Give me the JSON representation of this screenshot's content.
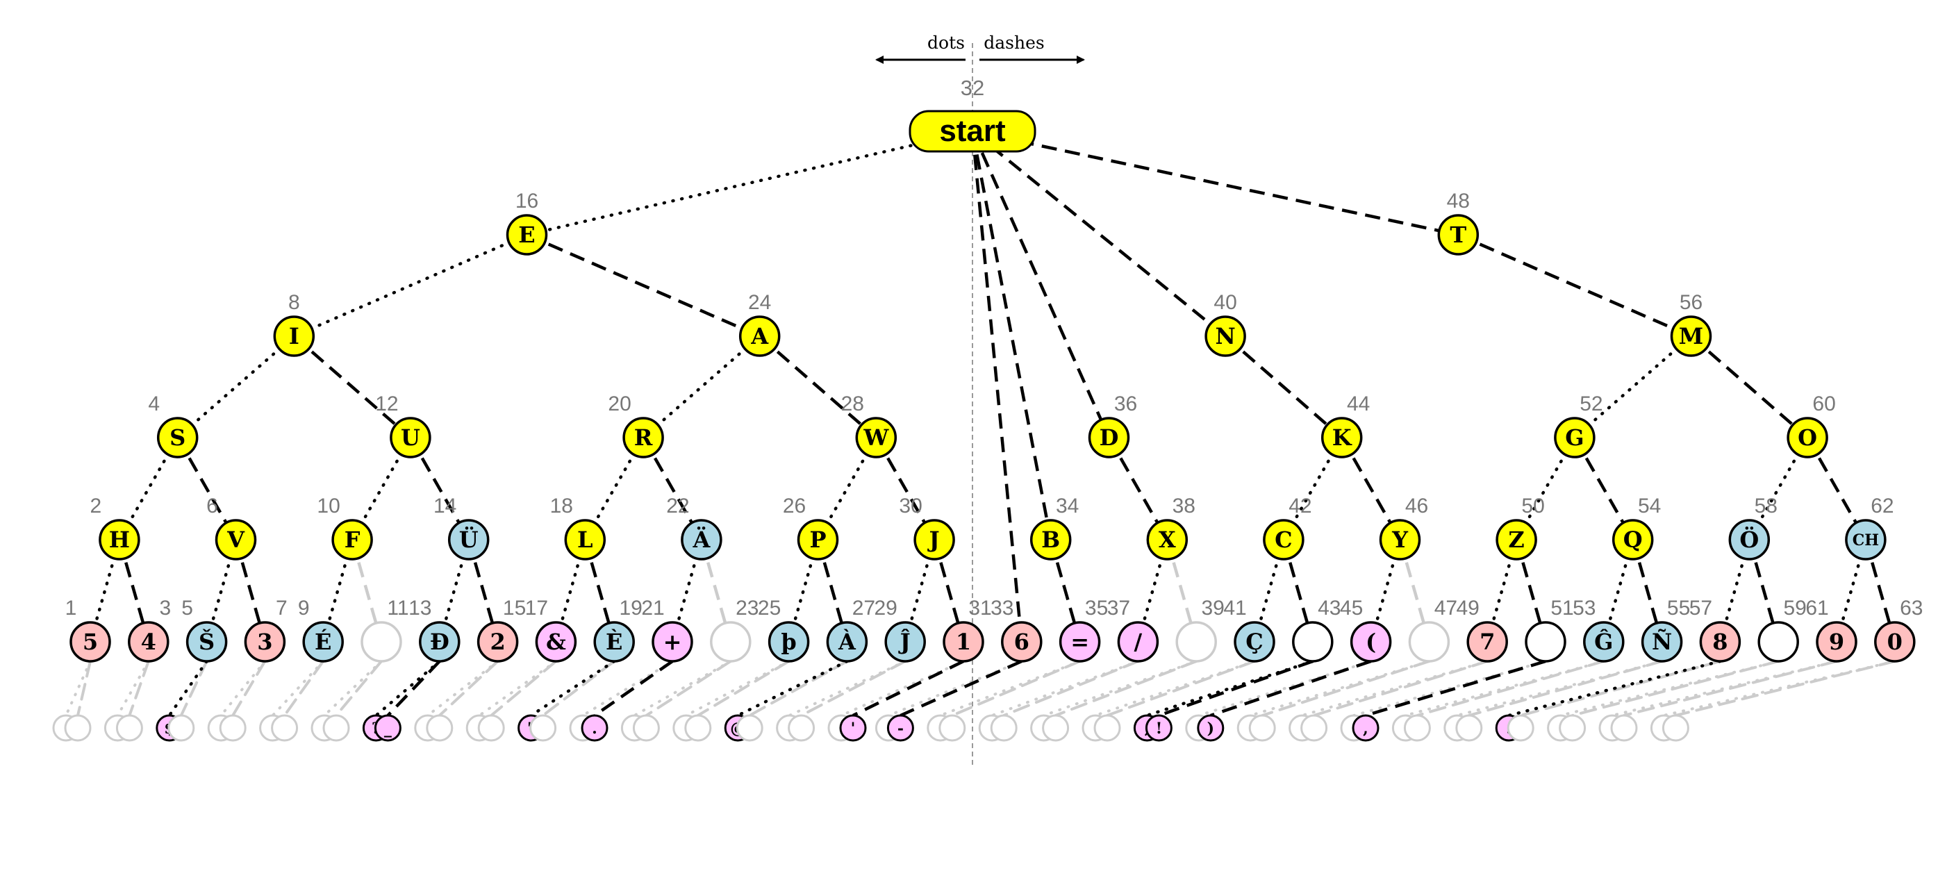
{
  "header": {
    "dots_label": "dots",
    "dashes_label": "dashes"
  },
  "start": {
    "label": "start",
    "number": "32"
  },
  "colors": {
    "letter": "#ffff00",
    "accented": "#add8e6",
    "digit": "#ffc0c0",
    "punct": "#ffc0ff",
    "empty_fill": "#ffffff",
    "stroke": "#000000",
    "ghost": "#cccccc",
    "number": "#777777"
  },
  "nodes": [
    {
      "num": "16",
      "label": "E",
      "kind": "letter"
    },
    {
      "num": "48",
      "label": "T",
      "kind": "letter"
    },
    {
      "num": "8",
      "label": "I",
      "kind": "letter"
    },
    {
      "num": "24",
      "label": "A",
      "kind": "letter"
    },
    {
      "num": "40",
      "label": "N",
      "kind": "letter"
    },
    {
      "num": "56",
      "label": "M",
      "kind": "letter"
    },
    {
      "num": "4",
      "label": "S",
      "kind": "letter"
    },
    {
      "num": "12",
      "label": "U",
      "kind": "letter"
    },
    {
      "num": "20",
      "label": "R",
      "kind": "letter"
    },
    {
      "num": "28",
      "label": "W",
      "kind": "letter"
    },
    {
      "num": "36",
      "label": "D",
      "kind": "letter"
    },
    {
      "num": "44",
      "label": "K",
      "kind": "letter"
    },
    {
      "num": "52",
      "label": "G",
      "kind": "letter"
    },
    {
      "num": "60",
      "label": "O",
      "kind": "letter"
    },
    {
      "num": "2",
      "label": "H",
      "kind": "letter"
    },
    {
      "num": "6",
      "label": "V",
      "kind": "letter"
    },
    {
      "num": "10",
      "label": "F",
      "kind": "letter"
    },
    {
      "num": "14",
      "label": "Ü",
      "kind": "accented"
    },
    {
      "num": "18",
      "label": "L",
      "kind": "letter"
    },
    {
      "num": "22",
      "label": "Ä",
      "kind": "accented"
    },
    {
      "num": "26",
      "label": "P",
      "kind": "letter"
    },
    {
      "num": "30",
      "label": "J",
      "kind": "letter"
    },
    {
      "num": "34",
      "label": "B",
      "kind": "letter"
    },
    {
      "num": "38",
      "label": "X",
      "kind": "letter"
    },
    {
      "num": "42",
      "label": "C",
      "kind": "letter"
    },
    {
      "num": "46",
      "label": "Y",
      "kind": "letter"
    },
    {
      "num": "50",
      "label": "Z",
      "kind": "letter"
    },
    {
      "num": "54",
      "label": "Q",
      "kind": "letter"
    },
    {
      "num": "58",
      "label": "Ö",
      "kind": "accented"
    },
    {
      "num": "62",
      "label": "CH",
      "kind": "accented"
    },
    {
      "num": "1",
      "label": "5",
      "kind": "digit"
    },
    {
      "num": "3",
      "label": "4",
      "kind": "digit"
    },
    {
      "num": "5",
      "label": "Š",
      "kind": "accented"
    },
    {
      "num": "7",
      "label": "3",
      "kind": "digit"
    },
    {
      "num": "9",
      "label": "É",
      "kind": "accented"
    },
    {
      "num": "11",
      "label": "",
      "kind": "ghost"
    },
    {
      "num": "13",
      "label": "Đ",
      "kind": "accented"
    },
    {
      "num": "15",
      "label": "2",
      "kind": "digit"
    },
    {
      "num": "17",
      "label": "&",
      "kind": "punct"
    },
    {
      "num": "19",
      "label": "È",
      "kind": "accented"
    },
    {
      "num": "21",
      "label": "+",
      "kind": "punct"
    },
    {
      "num": "23",
      "label": "",
      "kind": "ghost"
    },
    {
      "num": "25",
      "label": "þ",
      "kind": "accented"
    },
    {
      "num": "27",
      "label": "À",
      "kind": "accented"
    },
    {
      "num": "29",
      "label": "Ĵ",
      "kind": "accented"
    },
    {
      "num": "31",
      "label": "1",
      "kind": "digit"
    },
    {
      "num": "33",
      "label": "6",
      "kind": "digit"
    },
    {
      "num": "35",
      "label": "=",
      "kind": "punct"
    },
    {
      "num": "37",
      "label": "/",
      "kind": "punct"
    },
    {
      "num": "39",
      "label": "",
      "kind": "ghost"
    },
    {
      "num": "41",
      "label": "Ç",
      "kind": "accented"
    },
    {
      "num": "43",
      "label": "",
      "kind": "empty"
    },
    {
      "num": "45",
      "label": "(",
      "kind": "punct"
    },
    {
      "num": "47",
      "label": "",
      "kind": "ghost"
    },
    {
      "num": "49",
      "label": "7",
      "kind": "digit"
    },
    {
      "num": "51",
      "label": "",
      "kind": "empty"
    },
    {
      "num": "53",
      "label": "Ĝ",
      "kind": "accented"
    },
    {
      "num": "55",
      "label": "Ñ",
      "kind": "accented"
    },
    {
      "num": "57",
      "label": "8",
      "kind": "digit"
    },
    {
      "num": "59",
      "label": "",
      "kind": "empty"
    },
    {
      "num": "61",
      "label": "9",
      "kind": "digit"
    },
    {
      "num": "63",
      "label": "0",
      "kind": "digit"
    }
  ],
  "sixth_level": [
    {
      "parent": "5",
      "label": "$"
    },
    {
      "parent": "13",
      "label": "?"
    },
    {
      "parent": "13",
      "label": "_"
    },
    {
      "parent": "19",
      "label": "\""
    },
    {
      "parent": "21",
      "label": "."
    },
    {
      "parent": "27",
      "label": "@"
    },
    {
      "parent": "31",
      "label": "'"
    },
    {
      "parent": "33",
      "label": "-"
    },
    {
      "parent": "43",
      "label": ";"
    },
    {
      "parent": "43",
      "label": "!"
    },
    {
      "parent": "45",
      "label": ")"
    },
    {
      "parent": "51",
      "label": ","
    },
    {
      "parent": "57",
      "label": ":"
    }
  ]
}
